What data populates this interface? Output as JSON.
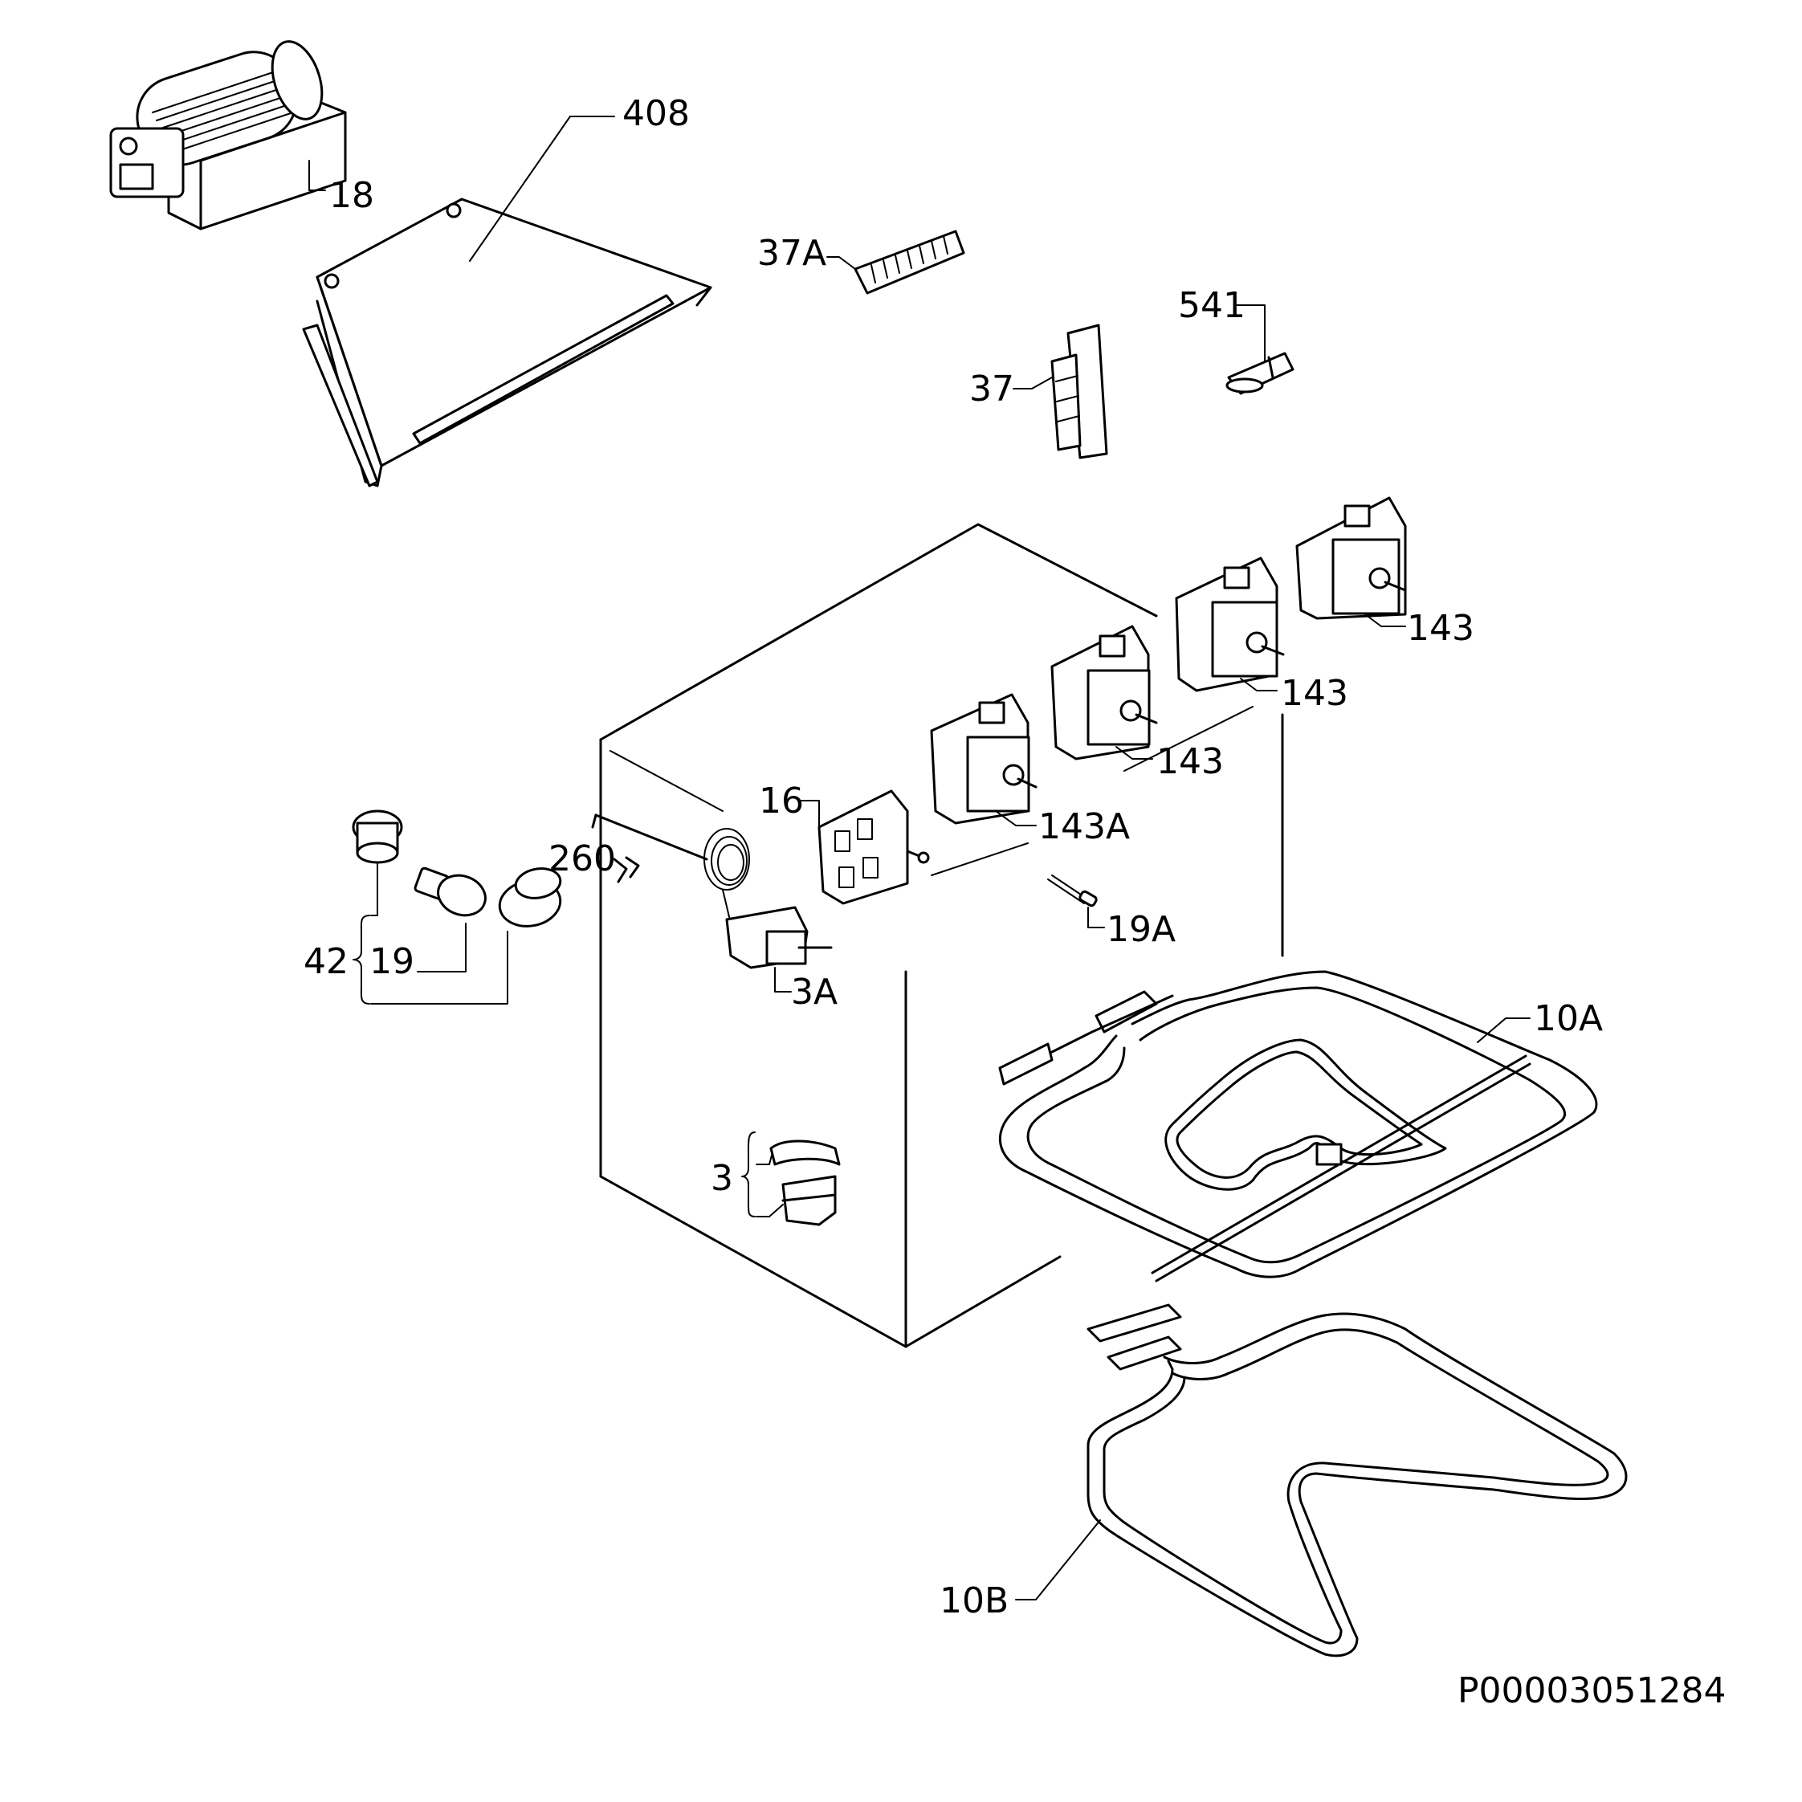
{
  "labels": {
    "p18": "18",
    "p408": "408",
    "p37a": "37A",
    "p541": "541",
    "p37": "37",
    "p143_1": "143",
    "p143_2": "143",
    "p143_3": "143",
    "p143a": "143A",
    "p16": "16",
    "p260": "260",
    "p42": "42",
    "p19": "19",
    "p19a": "19A",
    "p3a": "3A",
    "p10a": "10A",
    "p3": "3",
    "p10b": "10B"
  },
  "drawing_code": "P00003051284"
}
